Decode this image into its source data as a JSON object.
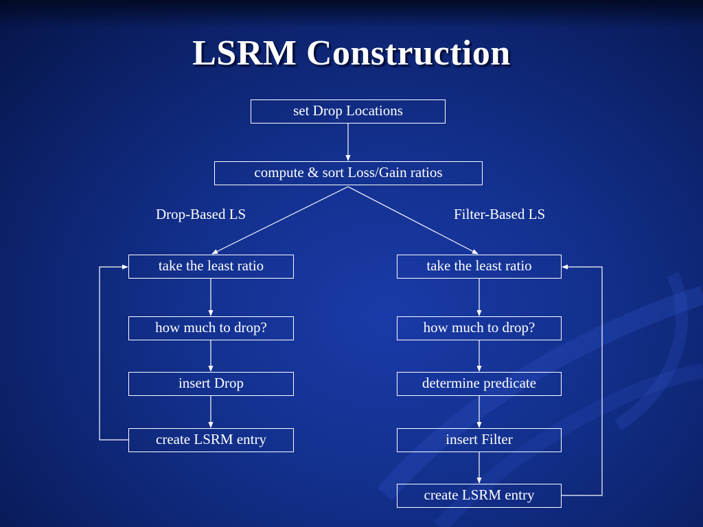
{
  "slide": {
    "title": "LSRM Construction"
  },
  "diagram": {
    "root": "set Drop Locations",
    "compute": "compute & sort Loss/Gain ratios",
    "branches": {
      "drop": {
        "label": "Drop-Based LS",
        "steps": [
          "take the least ratio",
          "how much to drop?",
          "insert Drop",
          "create LSRM entry"
        ]
      },
      "filter": {
        "label": "Filter-Based LS",
        "steps": [
          "take the least ratio",
          "how much to drop?",
          "determine predicate",
          "insert Filter",
          "create LSRM entry"
        ]
      }
    }
  }
}
